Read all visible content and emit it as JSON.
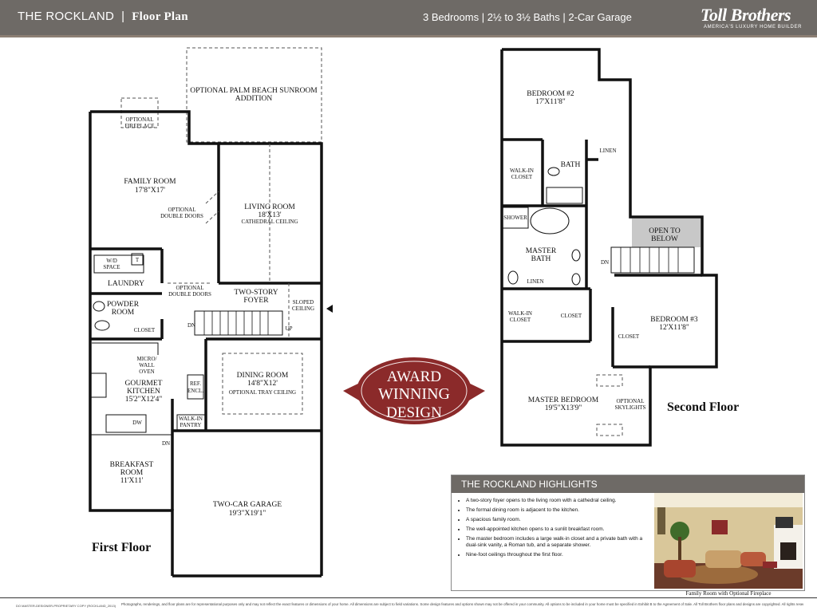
{
  "header": {
    "model": "THE ROCKLAND",
    "separator": "|",
    "doc_type": "Floor Plan",
    "specs": "3 Bedrooms  |  2½ to 3½ Baths  |  2-Car Garage",
    "logo": "Toll Brothers",
    "logo_tagline": "AMERICA'S LUXURY HOME BUILDER"
  },
  "first_floor": {
    "caption": "First Floor",
    "rooms": {
      "sunroom": [
        "OPTIONAL PALM BEACH SUNROOM",
        "ADDITION"
      ],
      "fireplace": [
        "OPTIONAL",
        "FIREPLACE"
      ],
      "family_room": [
        "FAMILY ROOM",
        "17'8\"X17'"
      ],
      "living_room": [
        "LIVING ROOM",
        "18'X13'",
        "CATHEDRAL CEILING"
      ],
      "optional_doors_1": [
        "OPTIONAL",
        "DOUBLE DOORS"
      ],
      "optional_doors_2": [
        "OPTIONAL",
        "DOUBLE DOORS"
      ],
      "wd_space": [
        "W/D",
        "SPACE"
      ],
      "t_label": "T",
      "laundry": "LAUNDRY",
      "powder_room": [
        "POWDER",
        "ROOM"
      ],
      "closet": "CLOSET",
      "foyer": [
        "TWO-STORY",
        "FOYER"
      ],
      "sloped_ceiling": [
        "SLOPED",
        "CEILING"
      ],
      "dn": "DN",
      "up": "UP",
      "micro_wall_oven": [
        "MICRO/",
        "WALL",
        "OVEN"
      ],
      "kitchen": [
        "GOURMET",
        "KITCHEN",
        "15'2\"X12'4\""
      ],
      "ref_encl": [
        "REF.",
        "ENCL."
      ],
      "dw": "DW",
      "dining_room": [
        "DINING ROOM",
        "14'8\"X12'",
        "OPTIONAL TRAY CEILING"
      ],
      "walk_in_pantry": [
        "WALK-IN",
        "PANTRY"
      ],
      "dn_2": "DN",
      "breakfast_room": [
        "BREAKFAST",
        "ROOM",
        "11'X11'"
      ],
      "garage": [
        "TWO-CAR GARAGE",
        "19'3\"X19'1\""
      ]
    }
  },
  "award": [
    "AWARD",
    "WINNING",
    "DESIGN"
  ],
  "second_floor": {
    "caption": "Second Floor",
    "rooms": {
      "bedroom2": [
        "BEDROOM #2",
        "17'X11'8\""
      ],
      "linen": "LINEN",
      "bath": "BATH",
      "walk_in_closet_1": [
        "WALK-IN",
        "CLOSET"
      ],
      "shower": "SHOWER",
      "open_to_below": [
        "OPEN TO",
        "BELOW"
      ],
      "master_bath": [
        "MASTER",
        "BATH"
      ],
      "linen_2": "LINEN",
      "dn": "DN",
      "walk_in_closet_2": [
        "WALK-IN",
        "CLOSET"
      ],
      "closet_2": "CLOSET",
      "bedroom3": [
        "BEDROOM #3",
        "12'X11'8\""
      ],
      "closet_3": "CLOSET",
      "master_bedroom": [
        "MASTER BEDROOM",
        "19'5\"X13'9\""
      ],
      "optional_skylights": [
        "OPTIONAL",
        "SKYLIGHTS"
      ]
    }
  },
  "highlights": {
    "title": "THE ROCKLAND HIGHLIGHTS",
    "items": [
      "A two-story foyer opens to the living room with a cathedral ceiling.",
      "The formal dining room is adjacent to the kitchen.",
      "A spacious family room.",
      "The well-appointed kitchen opens to a sunlit breakfast room.",
      "The master bedroom includes a large walk-in closet and a private bath with a dual-sink vanity, a Roman tub, and a separate shower.",
      "Nine-foot ceilings throughout the first floor."
    ],
    "photo_caption": "Family Room with Optional Fireplace"
  },
  "footer": {
    "code": "DO MASTER-DESIGNER-PROPRIETARY COPY (ROCKLAND_2013)",
    "disclaimer": "Photographs, renderings, and floor plans are for representational purposes only and may not reflect the exact features or dimensions of your home. All dimensions are subject to field variations. Some design features and options shown may not be offered in your community. All options to be included in your home must be specified in Exhibit B to the Agreement of Sale. All Toll Brothers floor plans and designs are copyrighted. All rights reserved and strictly prohibited. This is not an offering where prohibited by law. Please consult our sales representative for details."
  },
  "colors": {
    "header_bg": "#6e6a66",
    "award_red": "#8b2a2a",
    "open_below_fill": "#c8c8c8"
  }
}
